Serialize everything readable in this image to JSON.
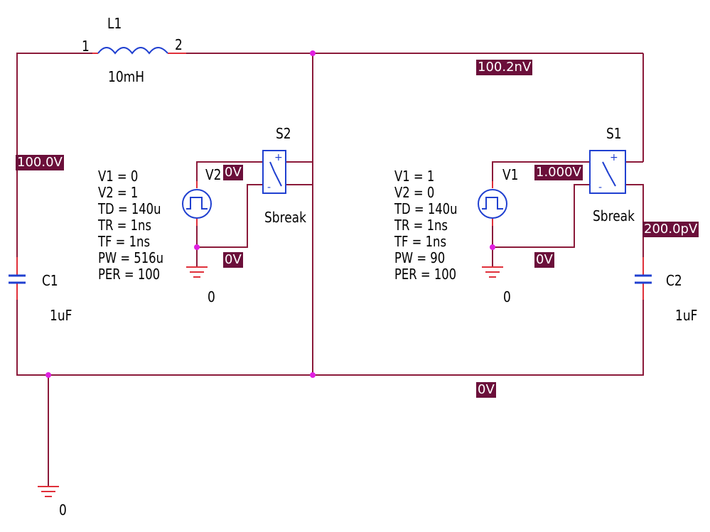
{
  "inductor": {
    "ref": "L1",
    "value": "10mH",
    "pin1": "1",
    "pin2": "2"
  },
  "cap1": {
    "ref": "C1",
    "value": "1uF"
  },
  "cap2": {
    "ref": "C2",
    "value": "1uF"
  },
  "switch2": {
    "ref": "S2",
    "model": "Sbreak"
  },
  "switch1": {
    "ref": "S1",
    "model": "Sbreak"
  },
  "source_v2": {
    "ref": "V2",
    "params": [
      "V1 = 0",
      "V2 = 1",
      "TD = 140u",
      "TR = 1ns",
      "TF = 1ns",
      "PW = 516u",
      "PER = 100"
    ]
  },
  "source_v1": {
    "ref": "V1",
    "params": [
      "V1 = 1",
      "V2 = 0",
      "TD = 140u",
      "TR = 1ns",
      "TF = 1ns",
      "PW = 90",
      "PER = 100"
    ]
  },
  "ground_label": "0",
  "voltages": {
    "top_right": "100.2nV",
    "left": "100.0V",
    "v2_node": "0V",
    "v2_return": "0V",
    "v1_node": "1.000V",
    "v1_return": "0V",
    "c2_node": "200.0pV",
    "bottom": "0V"
  },
  "colors": {
    "wire": "#8b1a3a",
    "pin": "#e0303a",
    "component": "#2040d0",
    "junction": "#e020e0",
    "badge": "#6b0f3a"
  }
}
